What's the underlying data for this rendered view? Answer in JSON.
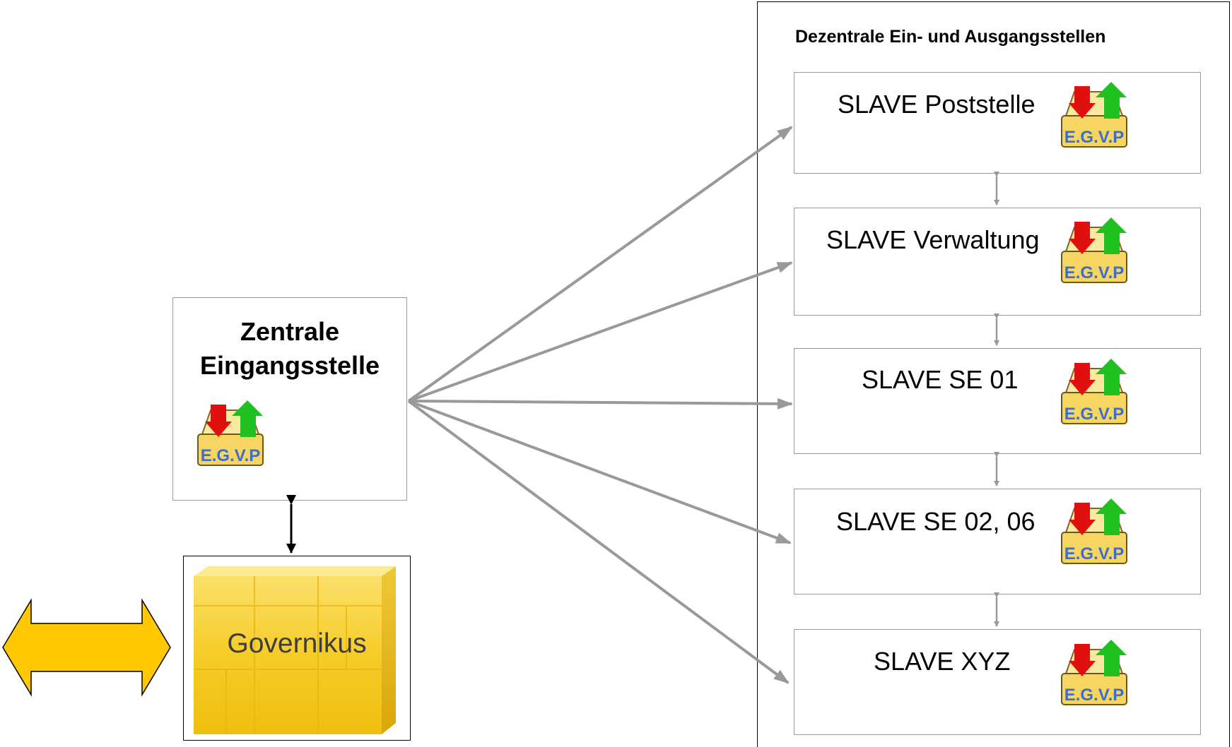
{
  "central": {
    "title_line1": "Zentrale",
    "title_line2": "Eingangsstelle",
    "icon_text": "E.G.V.P"
  },
  "decentral": {
    "title": "Dezentrale Ein- und Ausgangsstellen",
    "slaves": [
      {
        "label": "SLAVE Poststelle"
      },
      {
        "label": "SLAVE Verwaltung"
      },
      {
        "label": "SLAVE SE 01"
      },
      {
        "label": "SLAVE SE 02, 06"
      },
      {
        "label": "SLAVE XYZ"
      }
    ],
    "icon_text": "E.G.V.P"
  },
  "governikus": {
    "label": "Governikus"
  },
  "colors": {
    "connector": "#999999",
    "exchange_arrow": "#FFC800",
    "cube": "#F5C518",
    "egvp_down": "#E01010",
    "egvp_up": "#20C020",
    "egvp_text": "#3D6FC8"
  }
}
